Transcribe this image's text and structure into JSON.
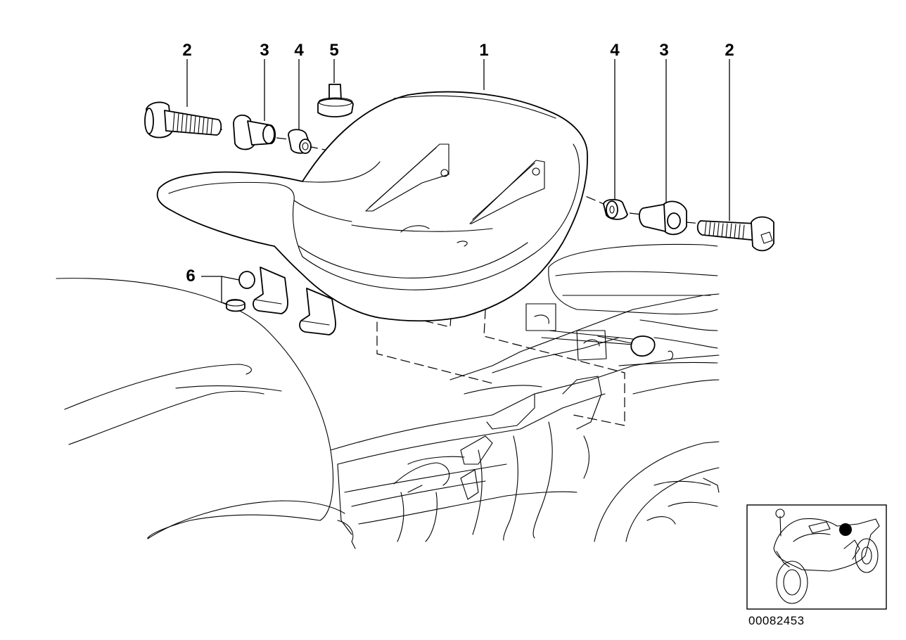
{
  "diagram": {
    "callouts": [
      {
        "id": "c1",
        "label": "1"
      },
      {
        "id": "c2a",
        "label": "2"
      },
      {
        "id": "c3a",
        "label": "3"
      },
      {
        "id": "c4a",
        "label": "4"
      },
      {
        "id": "c5",
        "label": "5"
      },
      {
        "id": "c4b",
        "label": "4"
      },
      {
        "id": "c3b",
        "label": "3"
      },
      {
        "id": "c2b",
        "label": "2"
      },
      {
        "id": "c6",
        "label": "6"
      }
    ],
    "reference_number": "00082453",
    "inset_marker_color": "#000000"
  }
}
